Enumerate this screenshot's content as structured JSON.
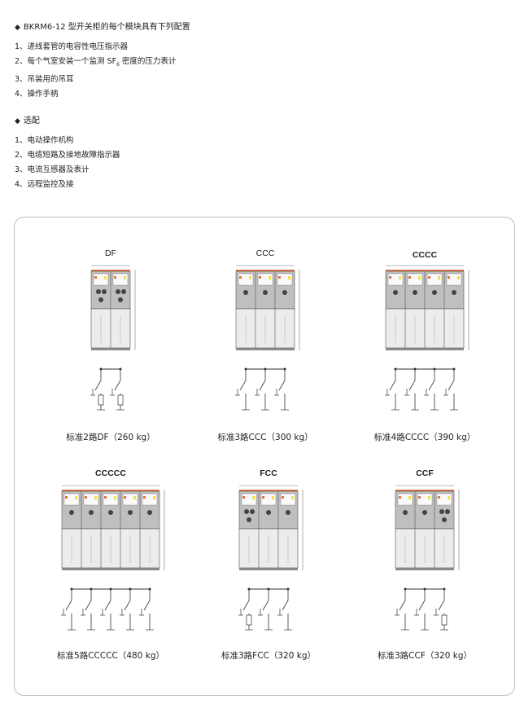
{
  "config": {
    "heading": "BKRM6-12 型开关柜的每个模块具有下列配置",
    "items": [
      "1、进线套管的电容性电压指示器",
      "2、每个气室安装一个监测 SF",
      "3、吊装用的吊耳",
      "4、操作手柄"
    ],
    "item2_subscript": "6",
    "item2_suffix": " 密度的压力表计"
  },
  "options": {
    "heading": "选配",
    "items": [
      "1、电动操作机构",
      "2、电缆短路及接地故障指示器",
      "3、电流互感器及表计",
      "4、远程监控及接"
    ]
  },
  "units": [
    {
      "code": "DF",
      "caption": "标准2路DF（260 kg）",
      "modules": [
        "D",
        "F"
      ]
    },
    {
      "code": "CCC",
      "caption": "标准3路CCC（300 kg）",
      "modules": [
        "C",
        "C",
        "C"
      ]
    },
    {
      "code": "CCCC",
      "caption": "标准4路CCCC（390 kg）",
      "modules": [
        "C",
        "C",
        "C",
        "C"
      ]
    },
    {
      "code": "CCCCC",
      "caption": "标准5路CCCCC（480 kg）",
      "modules": [
        "C",
        "C",
        "C",
        "C",
        "C"
      ]
    },
    {
      "code": "FCC",
      "caption": "标准3路FCC（320 kg）",
      "modules": [
        "F",
        "C",
        "C"
      ]
    },
    {
      "code": "CCF",
      "caption": "标准3路CCF（320 kg）",
      "modules": [
        "C",
        "C",
        "F"
      ]
    }
  ],
  "colors": {
    "orange": "#e0703a",
    "upper_panel": "#bfbfbf",
    "lower_panel": "#ececec",
    "yellow": "#f2e23a",
    "line": "#333333"
  }
}
